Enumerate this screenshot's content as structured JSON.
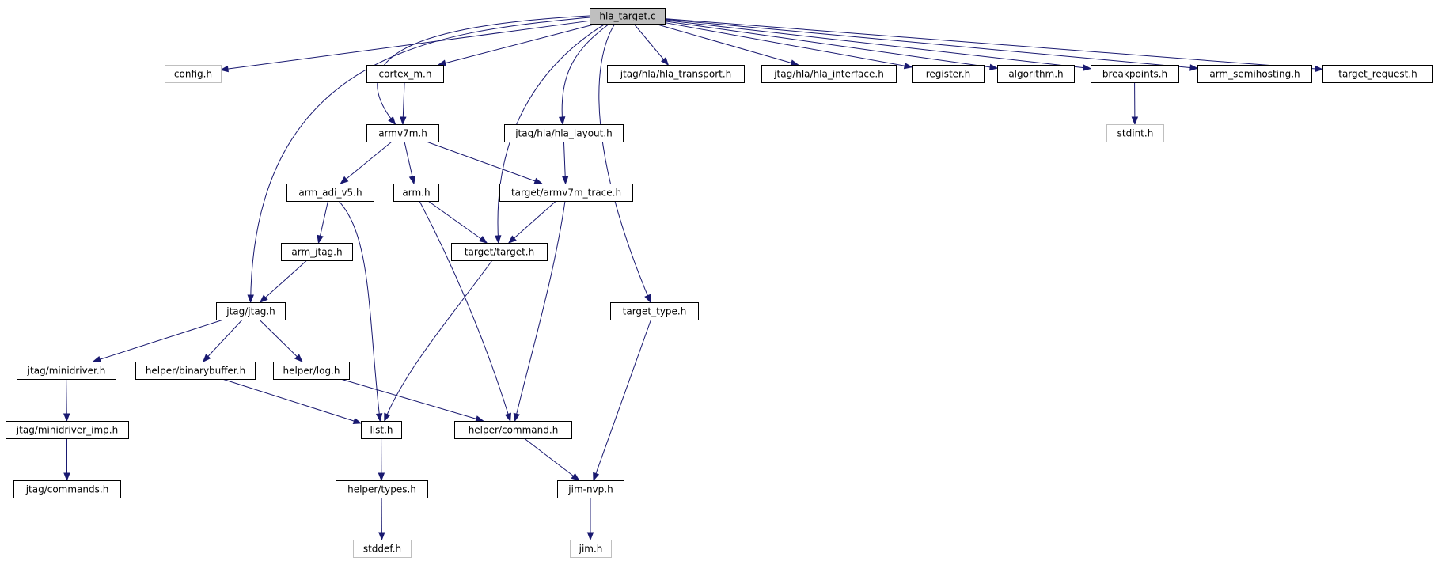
{
  "graph": {
    "root": "hla_target_c",
    "colors": {
      "edge": "#191970",
      "external_border": "#bfbfbf",
      "root_fill": "#bfbfbf"
    },
    "nodes": [
      {
        "id": "hla_target_c",
        "label": "hla_target.c",
        "kind": "root"
      },
      {
        "id": "config_h",
        "label": "config.h",
        "kind": "external"
      },
      {
        "id": "cortex_m_h",
        "label": "cortex_m.h",
        "kind": "normal"
      },
      {
        "id": "hla_transport_h",
        "label": "jtag/hla/hla_transport.h",
        "kind": "normal"
      },
      {
        "id": "hla_interface_h",
        "label": "jtag/hla/hla_interface.h",
        "kind": "normal"
      },
      {
        "id": "register_h",
        "label": "register.h",
        "kind": "normal"
      },
      {
        "id": "algorithm_h",
        "label": "algorithm.h",
        "kind": "normal"
      },
      {
        "id": "breakpoints_h",
        "label": "breakpoints.h",
        "kind": "normal"
      },
      {
        "id": "arm_semihosting_h",
        "label": "arm_semihosting.h",
        "kind": "normal"
      },
      {
        "id": "target_request_h",
        "label": "target_request.h",
        "kind": "normal"
      },
      {
        "id": "armv7m_h",
        "label": "armv7m.h",
        "kind": "normal"
      },
      {
        "id": "hla_layout_h",
        "label": "jtag/hla/hla_layout.h",
        "kind": "normal"
      },
      {
        "id": "stdint_h",
        "label": "stdint.h",
        "kind": "external"
      },
      {
        "id": "arm_adi_v5_h",
        "label": "arm_adi_v5.h",
        "kind": "normal"
      },
      {
        "id": "arm_h",
        "label": "arm.h",
        "kind": "normal"
      },
      {
        "id": "armv7m_trace_h",
        "label": "target/armv7m_trace.h",
        "kind": "normal"
      },
      {
        "id": "arm_jtag_h",
        "label": "arm_jtag.h",
        "kind": "normal"
      },
      {
        "id": "target_target_h",
        "label": "target/target.h",
        "kind": "normal"
      },
      {
        "id": "jtag_jtag_h",
        "label": "jtag/jtag.h",
        "kind": "normal"
      },
      {
        "id": "target_type_h",
        "label": "target_type.h",
        "kind": "normal"
      },
      {
        "id": "minidriver_h",
        "label": "jtag/minidriver.h",
        "kind": "normal"
      },
      {
        "id": "binarybuffer_h",
        "label": "helper/binarybuffer.h",
        "kind": "normal"
      },
      {
        "id": "log_h",
        "label": "helper/log.h",
        "kind": "normal"
      },
      {
        "id": "minidriver_imp_h",
        "label": "jtag/minidriver_imp.h",
        "kind": "normal"
      },
      {
        "id": "list_h",
        "label": "list.h",
        "kind": "normal"
      },
      {
        "id": "command_h",
        "label": "helper/command.h",
        "kind": "normal"
      },
      {
        "id": "commands_h",
        "label": "jtag/commands.h",
        "kind": "normal"
      },
      {
        "id": "types_h",
        "label": "helper/types.h",
        "kind": "normal"
      },
      {
        "id": "jim_nvp_h",
        "label": "jim-nvp.h",
        "kind": "normal"
      },
      {
        "id": "stddef_h",
        "label": "stddef.h",
        "kind": "external"
      },
      {
        "id": "jim_h",
        "label": "jim.h",
        "kind": "external"
      }
    ],
    "edges": [
      [
        "hla_target_c",
        "config_h"
      ],
      [
        "hla_target_c",
        "cortex_m_h"
      ],
      [
        "hla_target_c",
        "armv7m_h"
      ],
      [
        "hla_target_c",
        "jtag_jtag_h"
      ],
      [
        "hla_target_c",
        "target_target_h"
      ],
      [
        "hla_target_c",
        "hla_layout_h"
      ],
      [
        "hla_target_c",
        "target_type_h"
      ],
      [
        "hla_target_c",
        "hla_transport_h"
      ],
      [
        "hla_target_c",
        "hla_interface_h"
      ],
      [
        "hla_target_c",
        "register_h"
      ],
      [
        "hla_target_c",
        "algorithm_h"
      ],
      [
        "hla_target_c",
        "breakpoints_h"
      ],
      [
        "hla_target_c",
        "arm_semihosting_h"
      ],
      [
        "hla_target_c",
        "target_request_h"
      ],
      [
        "cortex_m_h",
        "armv7m_h"
      ],
      [
        "breakpoints_h",
        "stdint_h"
      ],
      [
        "armv7m_h",
        "arm_adi_v5_h"
      ],
      [
        "armv7m_h",
        "arm_h"
      ],
      [
        "armv7m_h",
        "armv7m_trace_h"
      ],
      [
        "hla_layout_h",
        "armv7m_trace_h"
      ],
      [
        "arm_adi_v5_h",
        "arm_jtag_h"
      ],
      [
        "arm_adi_v5_h",
        "list_h"
      ],
      [
        "arm_h",
        "target_target_h"
      ],
      [
        "arm_h",
        "command_h"
      ],
      [
        "armv7m_trace_h",
        "target_target_h"
      ],
      [
        "armv7m_trace_h",
        "command_h"
      ],
      [
        "arm_jtag_h",
        "jtag_jtag_h"
      ],
      [
        "target_target_h",
        "list_h"
      ],
      [
        "jtag_jtag_h",
        "minidriver_h"
      ],
      [
        "jtag_jtag_h",
        "binarybuffer_h"
      ],
      [
        "jtag_jtag_h",
        "log_h"
      ],
      [
        "target_type_h",
        "jim_nvp_h"
      ],
      [
        "minidriver_h",
        "minidriver_imp_h"
      ],
      [
        "binarybuffer_h",
        "list_h"
      ],
      [
        "log_h",
        "command_h"
      ],
      [
        "minidriver_imp_h",
        "commands_h"
      ],
      [
        "list_h",
        "types_h"
      ],
      [
        "command_h",
        "jim_nvp_h"
      ],
      [
        "types_h",
        "stddef_h"
      ],
      [
        "jim_nvp_h",
        "jim_h"
      ]
    ]
  }
}
